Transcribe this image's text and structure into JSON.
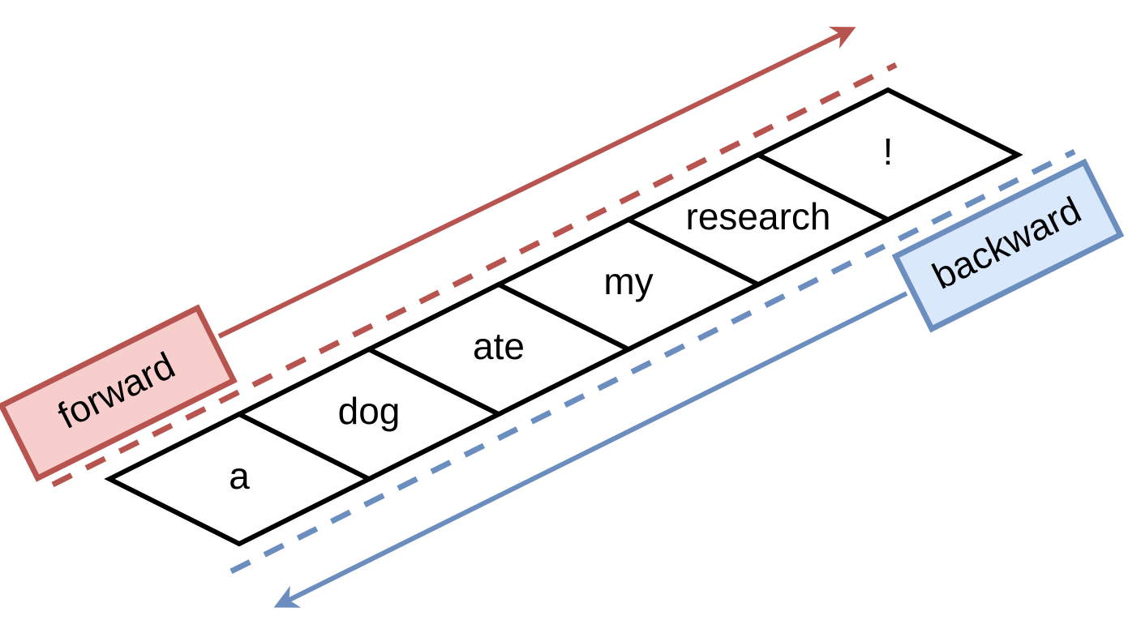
{
  "diagram": {
    "tokens": [
      {
        "label": "a"
      },
      {
        "label": "dog"
      },
      {
        "label": "ate"
      },
      {
        "label": "my"
      },
      {
        "label": "research"
      },
      {
        "label": "!"
      }
    ],
    "forward": {
      "label": "forward",
      "color": "#b85450",
      "fill": "#f8cecc"
    },
    "backward": {
      "label": "backward",
      "color": "#6c8ebf",
      "fill": "#dae8fc"
    }
  }
}
